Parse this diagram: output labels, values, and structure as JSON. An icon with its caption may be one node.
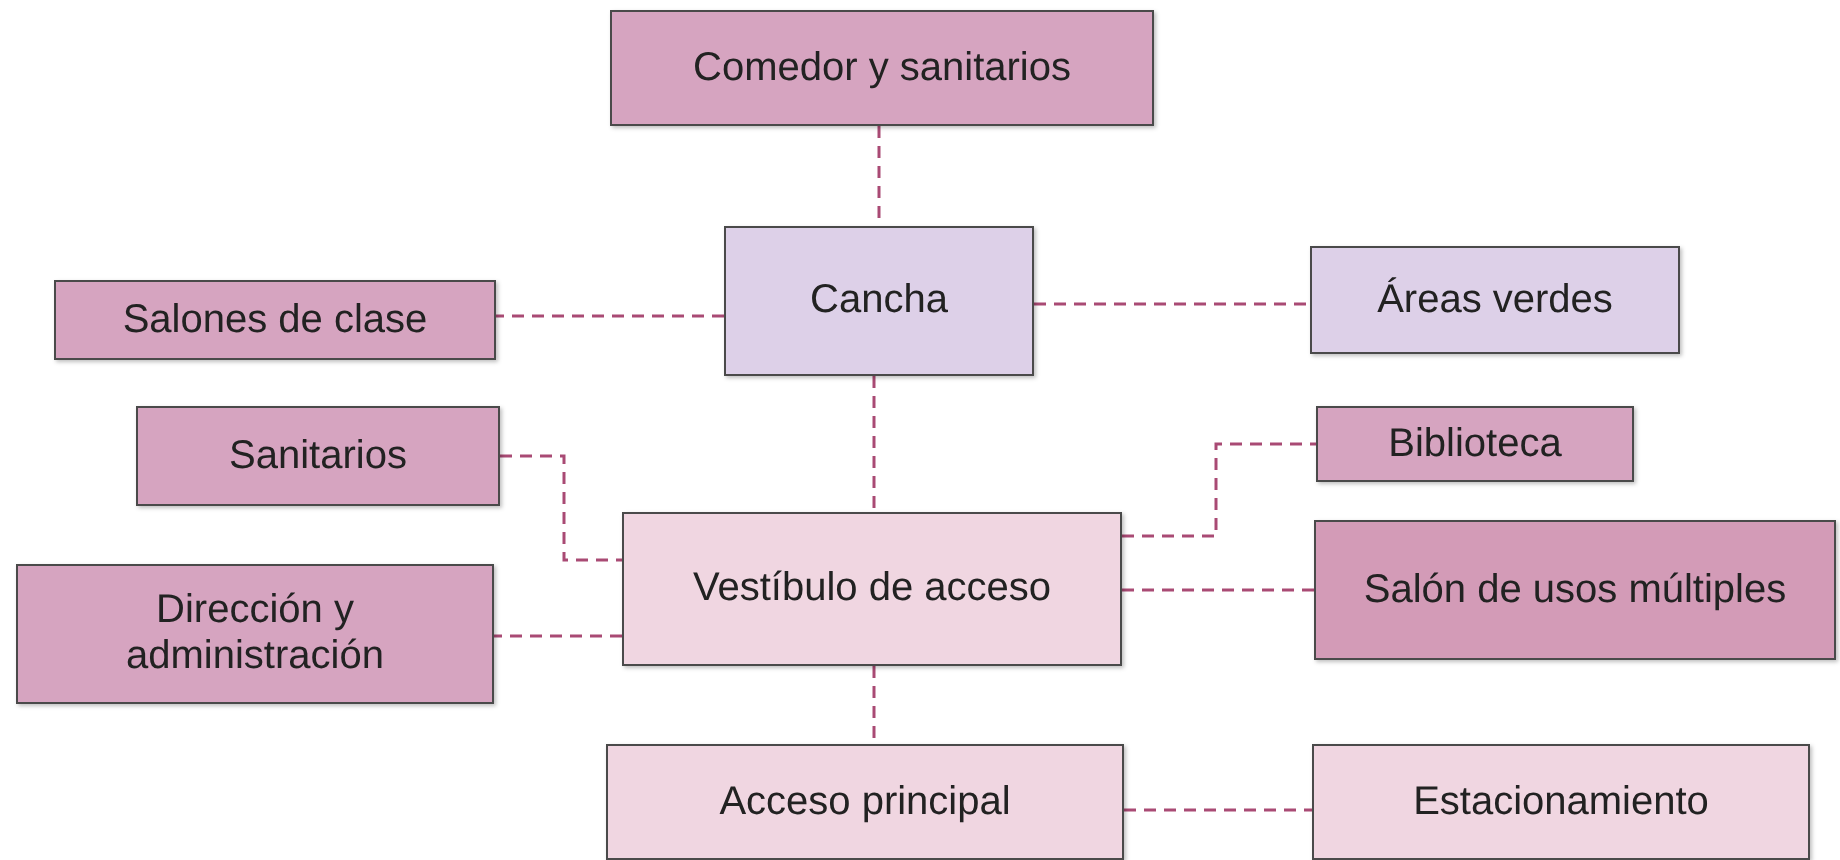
{
  "diagram": {
    "nodes": [
      {
        "text": [
          "Comedor y sanitarios"
        ]
      },
      {
        "text": [
          "Cancha"
        ]
      },
      {
        "text": [
          "Salones de clase"
        ]
      },
      {
        "text": [
          "Áreas verdes"
        ]
      },
      {
        "text": [
          "Sanitarios"
        ]
      },
      {
        "text": [
          "Biblioteca"
        ]
      },
      {
        "text": [
          "Vestíbulo de acceso"
        ]
      },
      {
        "text": [
          "Dirección y administración"
        ]
      },
      {
        "text": [
          "Salón de usos múltiples"
        ]
      },
      {
        "text": [
          "Acceso principal"
        ]
      },
      {
        "text": [
          "Estacionamiento"
        ]
      }
    ],
    "edges": [
      {
        "from": 0,
        "to": 1,
        "arrow": "none"
      },
      {
        "from": 1,
        "to": 2,
        "arrow": "none"
      },
      {
        "from": 1,
        "to": 3,
        "arrow": "none"
      },
      {
        "from": 1,
        "to": 6,
        "arrow": "none"
      },
      {
        "from": 4,
        "to": 6,
        "arrow": "none"
      },
      {
        "from": 6,
        "to": 5,
        "arrow": "none"
      },
      {
        "from": 6,
        "to": 7,
        "arrow": "none"
      },
      {
        "from": 6,
        "to": 8,
        "arrow": "none"
      },
      {
        "from": 6,
        "to": 9,
        "arrow": "none"
      },
      {
        "from": 9,
        "to": 10,
        "arrow": "none"
      }
    ]
  }
}
